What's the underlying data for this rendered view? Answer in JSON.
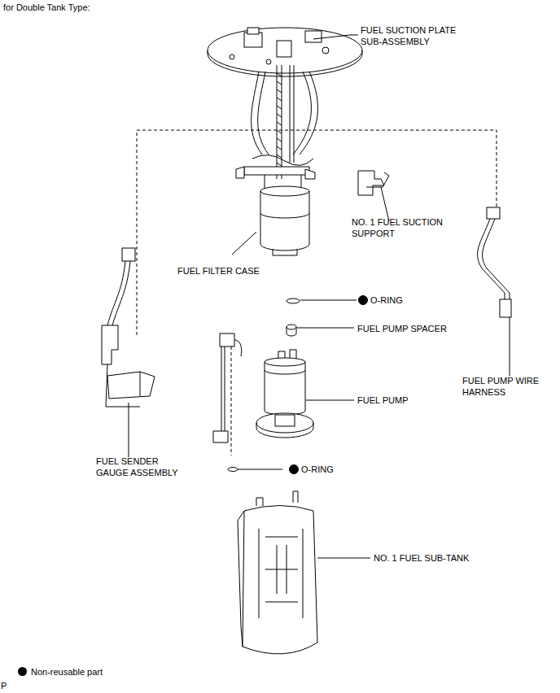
{
  "diagram": {
    "title": "for Double Tank Type:",
    "labels": [
      "FUEL SUCTION PLATE SUB-ASSEMBLY",
      "NO. 1 FUEL SUCTION SUPPORT",
      "FUEL FILTER CASE",
      "O-RING",
      "FUEL PUMP SPACER",
      "FUEL PUMP",
      "FUEL PUMP WIRE HARNESS",
      "FUEL SENDER GAUGE ASSEMBLY",
      "O-RING",
      "NO. 1 FUEL SUB-TANK",
      "P"
    ],
    "legend": [
      {
        "text": "Non-reusable part",
        "color": "#000000"
      }
    ]
  }
}
